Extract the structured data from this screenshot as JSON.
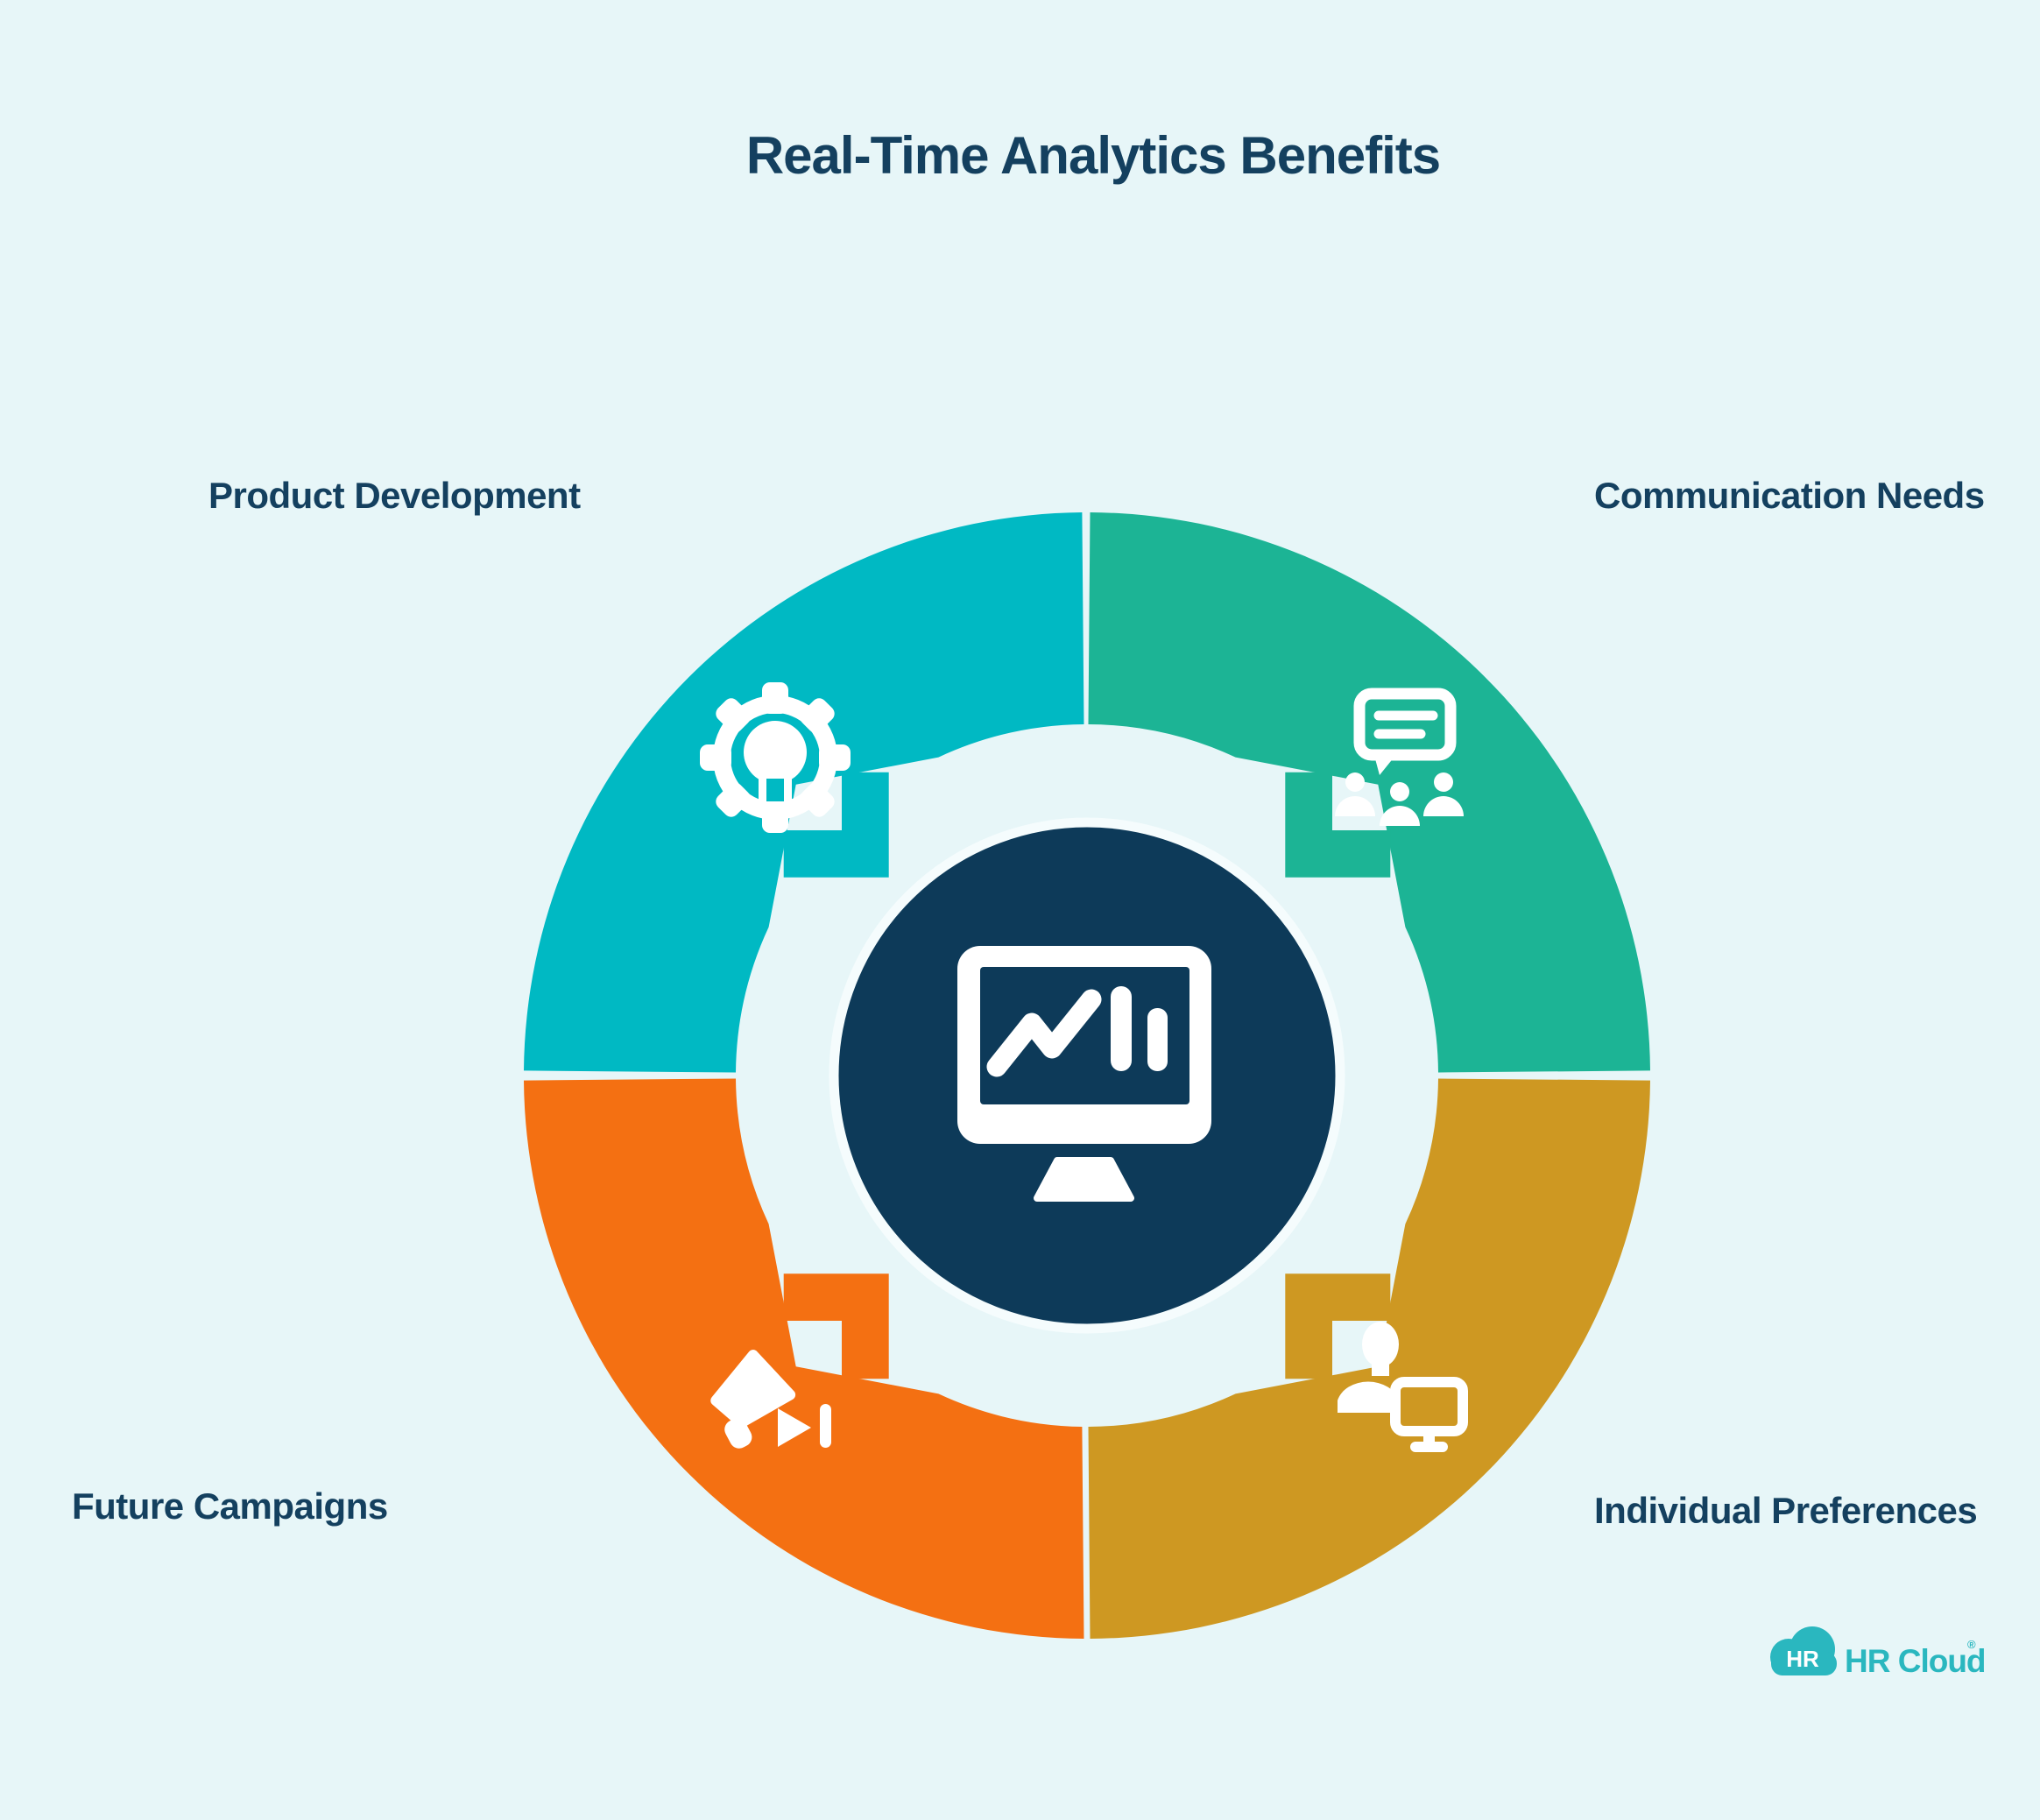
{
  "title": "Real-Time Analytics Benefits",
  "colors": {
    "background": "#E7F6F8",
    "white": "#F5FCFD",
    "navy": "#0D3A59",
    "text_navy": "#14405F",
    "teal": "#00B9C3",
    "green": "#1CB495",
    "orange": "#F47012",
    "gold": "#CE9822",
    "logo_teal": "#2AB7BF"
  },
  "segments": [
    {
      "id": "product-development",
      "label": "Product Development",
      "color": "#00B9C3",
      "icon": "gear-lightbulb-icon",
      "position": "top-left"
    },
    {
      "id": "communication-needs",
      "label": "Communication Needs",
      "color": "#1CB495",
      "icon": "speech-bubble-people-icon",
      "position": "top-right"
    },
    {
      "id": "individual-preferences",
      "label": "Individual Preferences",
      "color": "#CE9822",
      "icon": "person-monitor-icon",
      "position": "bottom-right"
    },
    {
      "id": "future-campaigns",
      "label": "Future Campaigns",
      "color": "#F47012",
      "icon": "megaphone-icon",
      "position": "bottom-left"
    }
  ],
  "center": {
    "icon": "analytics-dashboard-icon"
  },
  "logo": {
    "badge": "HR",
    "brand": "HR Cloud",
    "registered": "®"
  }
}
